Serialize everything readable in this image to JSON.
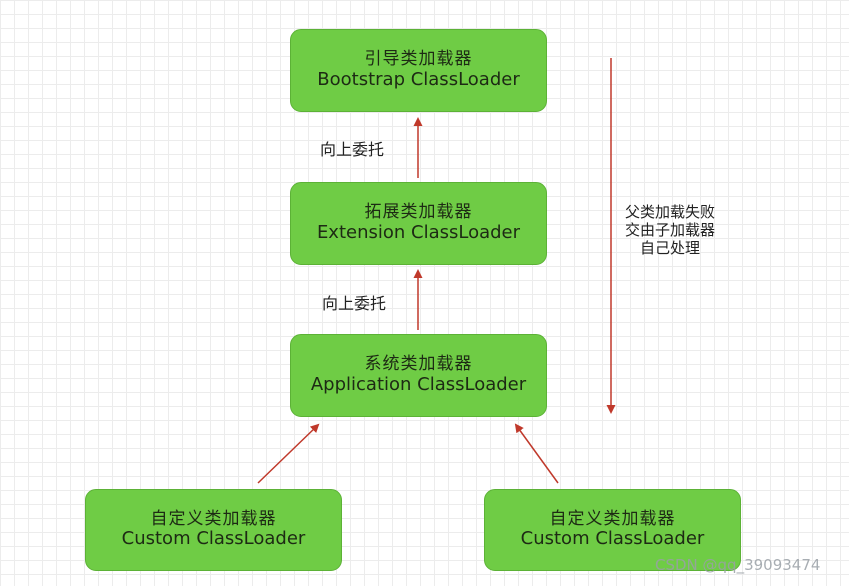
{
  "nodes": {
    "bootstrap": {
      "zh": "引导类加载器",
      "en": "Bootstrap ClassLoader"
    },
    "extension": {
      "zh": "拓展类加载器",
      "en": "Extension ClassLoader"
    },
    "application": {
      "zh": "系统类加载器",
      "en": "Application ClassLoader"
    },
    "custom_left": {
      "zh": "自定义类加载器",
      "en": "Custom ClassLoader"
    },
    "custom_right": {
      "zh": "自定义类加载器",
      "en": "Custom ClassLoader"
    }
  },
  "edge_labels": {
    "ext_to_boot": "向上委托",
    "app_to_ext": "向上委托"
  },
  "side_note": {
    "line1": "父类加载失败",
    "line2": "交由子加载器",
    "line3": "自己处理"
  },
  "watermark": "CSDN @qq_39093474",
  "colors": {
    "node_fill": "#6fcc45",
    "arrow": "#c0392b"
  }
}
